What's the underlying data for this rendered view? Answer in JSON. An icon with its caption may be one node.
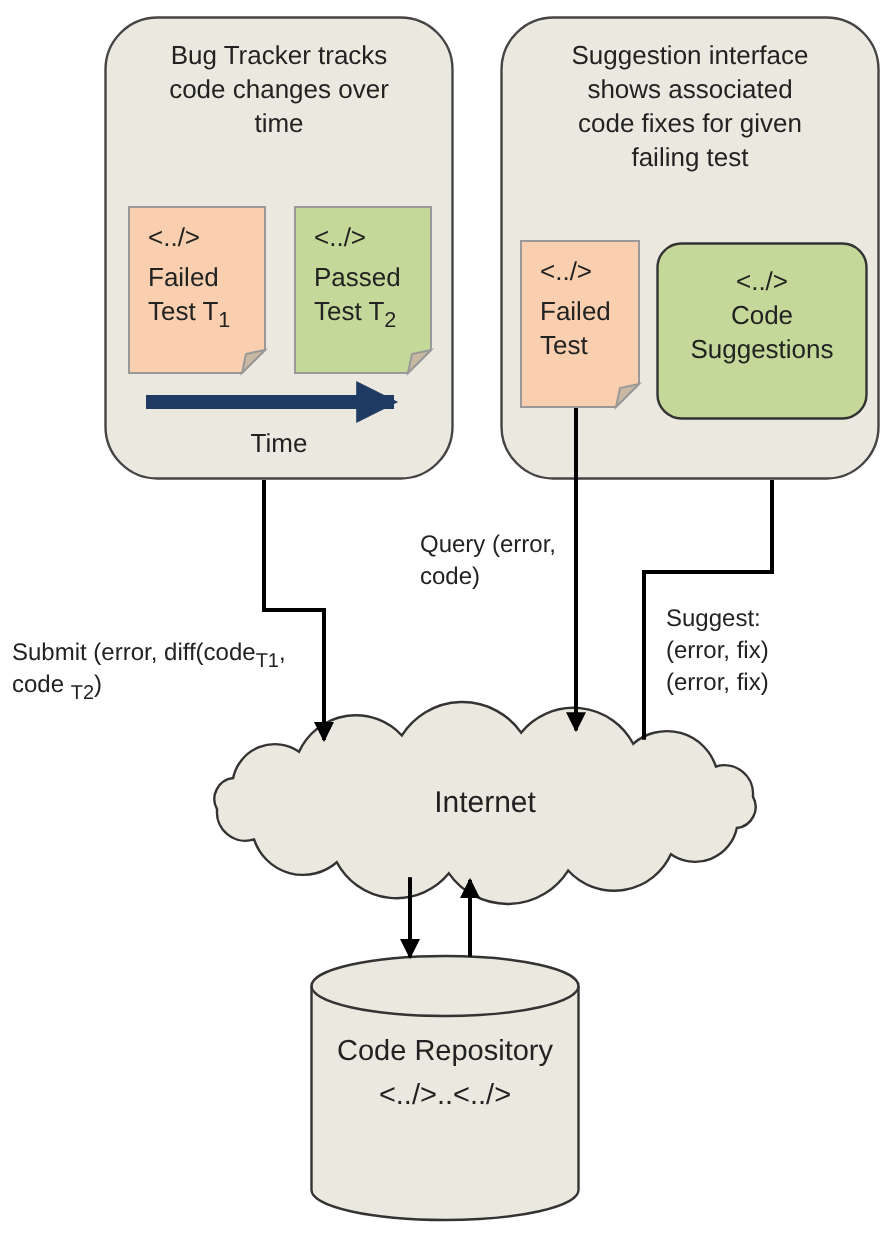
{
  "diagram": {
    "nodes": [
      {
        "text": [
          "Bug Tracker tracks code changes over time"
        ]
      },
      {
        "text": [
          "<../>",
          "Failed Test T$_{1}$"
        ],
        "in": 0
      },
      {
        "text": [
          "<../>",
          "Passed Test T$_{2}$"
        ],
        "in": 0
      },
      {
        "text": [
          "Suggestion interface shows associated code fixes for given failing test"
        ]
      },
      {
        "text": [
          "<../>",
          "Failed Test"
        ],
        "in": 3
      },
      {
        "text": [
          "<../>",
          "Code Suggestions"
        ],
        "in": 3
      },
      {
        "text": [
          "Internet"
        ]
      },
      {
        "text": [
          "Code Repository",
          "<../>..<../>"
        ]
      }
    ],
    "edges": [
      {
        "from": 0,
        "to": 6,
        "arrow": "to",
        "label": "Submit (error, diff(code$_{T1}$, code $_{T2}$)"
      },
      {
        "from": 4,
        "to": 6,
        "arrow": "to",
        "label": "Query (error, code)"
      },
      {
        "from": 3,
        "to": 6,
        "arrow": "none",
        "label": "Suggest: (error, fix) (error, fix)"
      },
      {
        "from": 6,
        "to": 7,
        "arrow": "to"
      },
      {
        "from": 7,
        "to": 6,
        "arrow": "to"
      },
      {
        "from": 1,
        "to": 2,
        "arrow": "to",
        "style": "thick",
        "color": "#1f3b63"
      }
    ],
    "labels": [
      "Time"
    ]
  }
}
